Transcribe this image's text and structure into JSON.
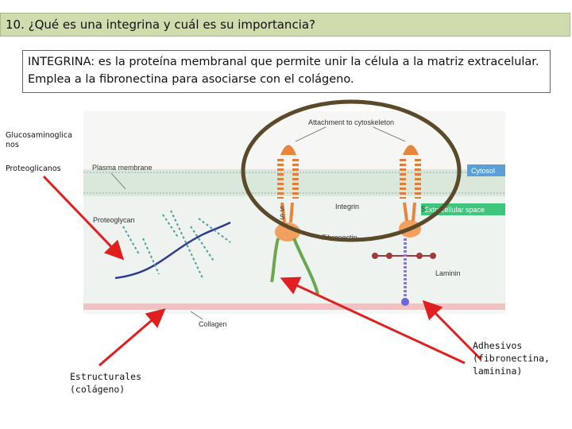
{
  "header": {
    "title": "10. ¿Qué es una integrina y cuál es su importancia?"
  },
  "definition": {
    "text": "INTEGRINA: es la proteína membranal que permite unir la célula a la matriz extracelular. Emplea a la fibronectina para asociarse con el colágeno."
  },
  "side_labels": {
    "glucosaminoglicanos": "Glucosaminoglica nos",
    "proteoglicanos": "Proteoglicanos"
  },
  "categories": {
    "estructurales": "Estructurales (colágeno)",
    "adhesivos": "Adhesivos (fibronectina, laminina)"
  },
  "diagram": {
    "attachment": "Attachment to cytoskeleton",
    "plasma_membrane": "Plasma membrane",
    "cytosol": "Cytosol",
    "extracellular_space": "Extracellular space",
    "integrin": "Integrin",
    "proteoglycan": "Proteoglycan",
    "fibronectin": "Fibronectin",
    "laminin": "Laminin",
    "collagen": "Collagen",
    "s_top": "S",
    "s_bottom": "S",
    "s_right": "S"
  },
  "colors": {
    "arrow": "#e02020",
    "ellipse": "#5a4a2a",
    "membrane": "#d7e7d9",
    "cytosol_tag": "#5aa0d6",
    "extracellular_tag": "#3ec67c",
    "integrin": "#e8853a",
    "fibronectin": "#6aa654",
    "collagen": "#f1c6c6",
    "laminin": "#8a7bd1"
  }
}
